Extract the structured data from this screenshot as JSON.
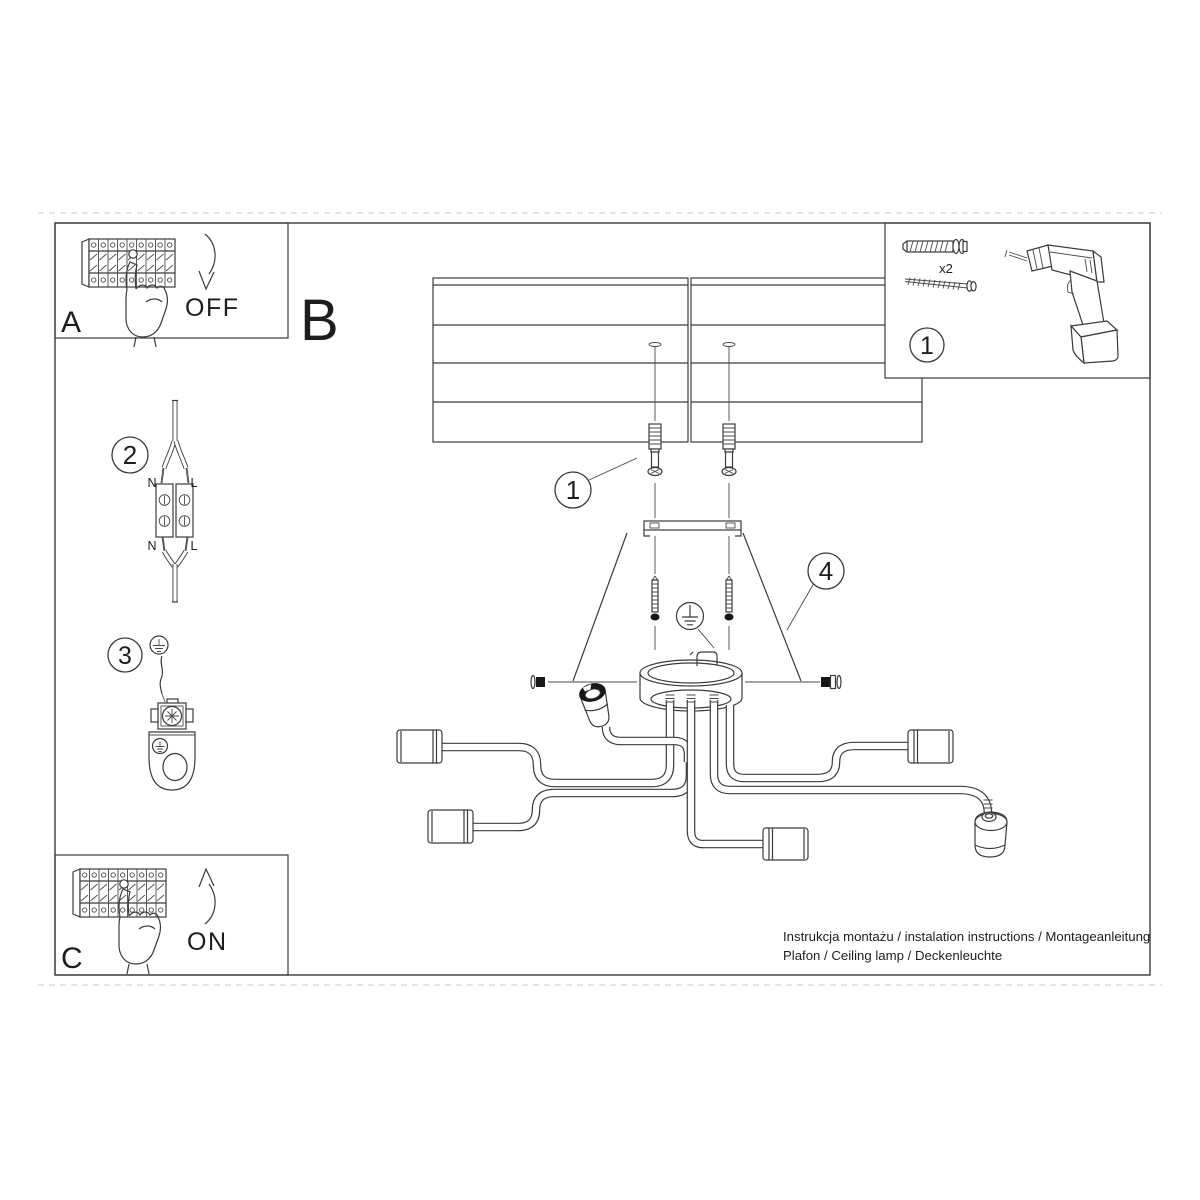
{
  "page": {
    "background": "#ffffff",
    "line_color": "#3b3b3b"
  },
  "panels": {
    "a": {
      "label": "A",
      "state": "OFF"
    },
    "b": {
      "label": "B"
    },
    "c": {
      "label": "C",
      "state": "ON"
    }
  },
  "parts_box": {
    "step": "1",
    "screw_qty": "x2"
  },
  "steps": {
    "wiring": {
      "step": "2",
      "labels": {
        "n_top": "N",
        "l_top": "L",
        "n_bottom": "N",
        "l_bottom": "L"
      }
    },
    "ground": {
      "step": "3"
    },
    "drill": {
      "step": "1"
    },
    "mount": {
      "step": "4"
    }
  },
  "footer": {
    "line1": "Instrukcja montażu / instalation instructions / Montageanleitung",
    "line2": "Plafon / Ceiling lamp / Deckenleuchte"
  }
}
